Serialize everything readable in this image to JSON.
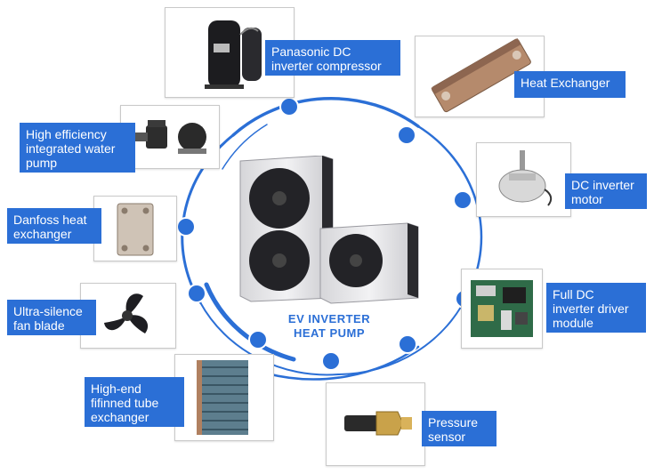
{
  "center": {
    "line1": "EV INVERTER",
    "line2": "HEAT PUMP"
  },
  "components": [
    {
      "id": "compressor",
      "icon": "compressor-icon",
      "label": "Panasonic DC\ninverter compressor"
    },
    {
      "id": "heat-exchanger",
      "icon": "plate-heat-exchanger-icon",
      "label": "Heat Exchanger"
    },
    {
      "id": "water-pump",
      "icon": "water-pump-icon",
      "label": "High efficiency\nintegrated water\npump"
    },
    {
      "id": "motor",
      "icon": "fan-motor-icon",
      "label": "DC inverter\nmotor"
    },
    {
      "id": "danfoss",
      "icon": "brazed-plate-exchanger-icon",
      "label": "Danfoss heat\nexchanger"
    },
    {
      "id": "driver",
      "icon": "circuit-board-icon",
      "label": "Full DC\ninverter driver\nmodule"
    },
    {
      "id": "fan-blade",
      "icon": "fan-blade-icon",
      "label": "Ultra-silence\nfan blade"
    },
    {
      "id": "tube-exchanger",
      "icon": "finned-tube-coil-icon",
      "label": "High-end\nfifinned tube\nexchanger"
    },
    {
      "id": "pressure",
      "icon": "pressure-sensor-icon",
      "label": "Pressure\nsensor"
    }
  ],
  "colors": {
    "accent": "#2b6fd6",
    "ring": "#2b6fd6",
    "unit_body": "#e4e4e6",
    "fan": "#2a2a2e"
  }
}
